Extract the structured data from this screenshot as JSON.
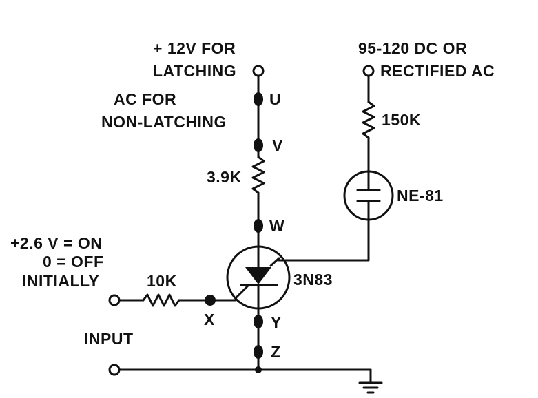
{
  "supply_label": {
    "line1": "+ 12V FOR",
    "line2": "LATCHING",
    "line3": "AC FOR",
    "line4": "NON-LATCHING"
  },
  "hv_label": {
    "line1": "95-120 DC OR",
    "line2": "RECTIFIED AC"
  },
  "input_label": {
    "line1": "+2.6 V = ON",
    "line2": "0 = OFF",
    "line3": "INITIALLY",
    "input": "INPUT"
  },
  "components": {
    "r_gate": "10K",
    "r_anode": "3.9K",
    "r_lamp": "150K",
    "lamp": "NE-81",
    "scr": "3N83"
  },
  "test_points": {
    "u": "U",
    "v": "V",
    "w": "W",
    "x": "X",
    "y": "Y",
    "z": "Z"
  }
}
